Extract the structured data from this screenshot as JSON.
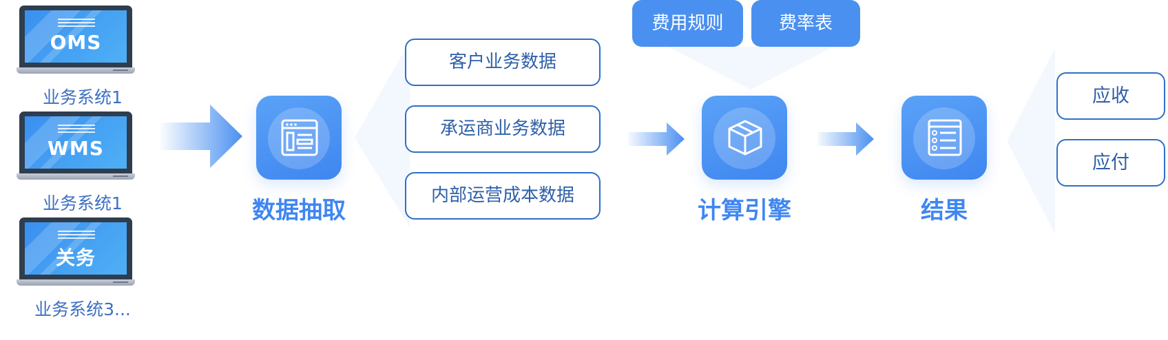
{
  "systems": [
    {
      "screen_label": "OMS",
      "caption": "业务系统1"
    },
    {
      "screen_label": "WMS",
      "caption": "业务系统1"
    },
    {
      "screen_label": "关务",
      "caption": "业务系统3..."
    }
  ],
  "extract": {
    "title": "数据抽取"
  },
  "data_sources": [
    "客户业务数据",
    "承运商业务数据",
    "内部运营成本数据"
  ],
  "rules": [
    "费用规则",
    "费率表"
  ],
  "engine": {
    "title": "计算引擎"
  },
  "result": {
    "title": "结果"
  },
  "outputs": [
    "应收",
    "应付"
  ],
  "colors": {
    "accent": "#3f86f0",
    "outline": "#2d6fc6",
    "text_dark": "#2e5fa8",
    "caption": "#3d6fc2"
  }
}
